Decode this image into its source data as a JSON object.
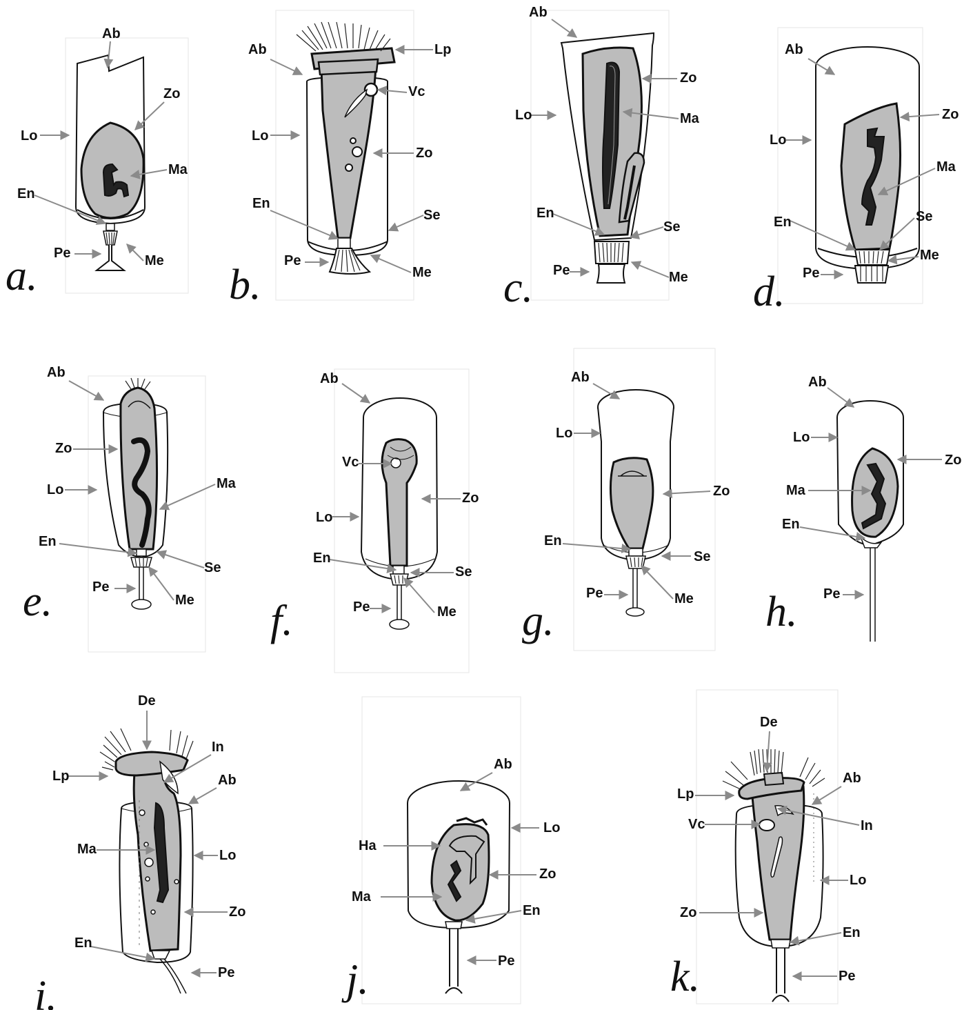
{
  "colors": {
    "arrow": "#8a8a8a",
    "zooid_fill": "#bcbcbc",
    "outline": "#111111",
    "macronucleus": "#222222"
  },
  "panels": [
    {
      "id": "a",
      "letter": "a.",
      "labels": [
        "Ab",
        "Zo",
        "Lo",
        "Ma",
        "En",
        "Pe",
        "Me"
      ]
    },
    {
      "id": "b",
      "letter": "b.",
      "labels": [
        "Ab",
        "Lp",
        "Vc",
        "Lo",
        "Zo",
        "En",
        "Se",
        "Pe",
        "Me"
      ]
    },
    {
      "id": "c",
      "letter": "c.",
      "labels": [
        "Ab",
        "Zo",
        "Lo",
        "Ma",
        "En",
        "Se",
        "Pe",
        "Me"
      ]
    },
    {
      "id": "d",
      "letter": "d.",
      "labels": [
        "Ab",
        "Zo",
        "Lo",
        "Ma",
        "En",
        "Se",
        "Me",
        "Pe"
      ]
    },
    {
      "id": "e",
      "letter": "e.",
      "labels": [
        "Ab",
        "Zo",
        "Lo",
        "Ma",
        "En",
        "Se",
        "Pe",
        "Me"
      ]
    },
    {
      "id": "f",
      "letter": "f.",
      "labels": [
        "Ab",
        "Vc",
        "Zo",
        "Lo",
        "En",
        "Se",
        "Pe",
        "Me"
      ]
    },
    {
      "id": "g",
      "letter": "g.",
      "labels": [
        "Ab",
        "Lo",
        "Zo",
        "En",
        "Se",
        "Pe",
        "Me"
      ]
    },
    {
      "id": "h",
      "letter": "h.",
      "labels": [
        "Ab",
        "Lo",
        "Zo",
        "Ma",
        "En",
        "Pe"
      ]
    },
    {
      "id": "i",
      "letter": "i.",
      "labels": [
        "De",
        "In",
        "Lp",
        "Ab",
        "Ma",
        "Lo",
        "Zo",
        "En",
        "Pe"
      ]
    },
    {
      "id": "j",
      "letter": "j.",
      "labels": [
        "Ab",
        "Lo",
        "Ha",
        "Zo",
        "Ma",
        "En",
        "Pe"
      ]
    },
    {
      "id": "k",
      "letter": "k.",
      "labels": [
        "De",
        "Lp",
        "Ab",
        "Vc",
        "In",
        "Lo",
        "Zo",
        "En",
        "Pe"
      ]
    }
  ]
}
